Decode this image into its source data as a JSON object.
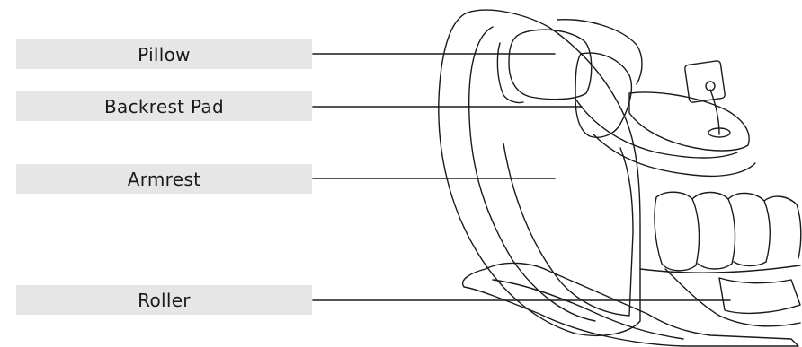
{
  "labels": {
    "pillow": "Pillow",
    "backrest_pad": "Backrest Pad",
    "armrest": "Armrest",
    "roller": "Roller"
  },
  "colors": {
    "label_background": "#e6e6e6",
    "line": "#1a1a1a",
    "text": "#1a1a1a"
  }
}
